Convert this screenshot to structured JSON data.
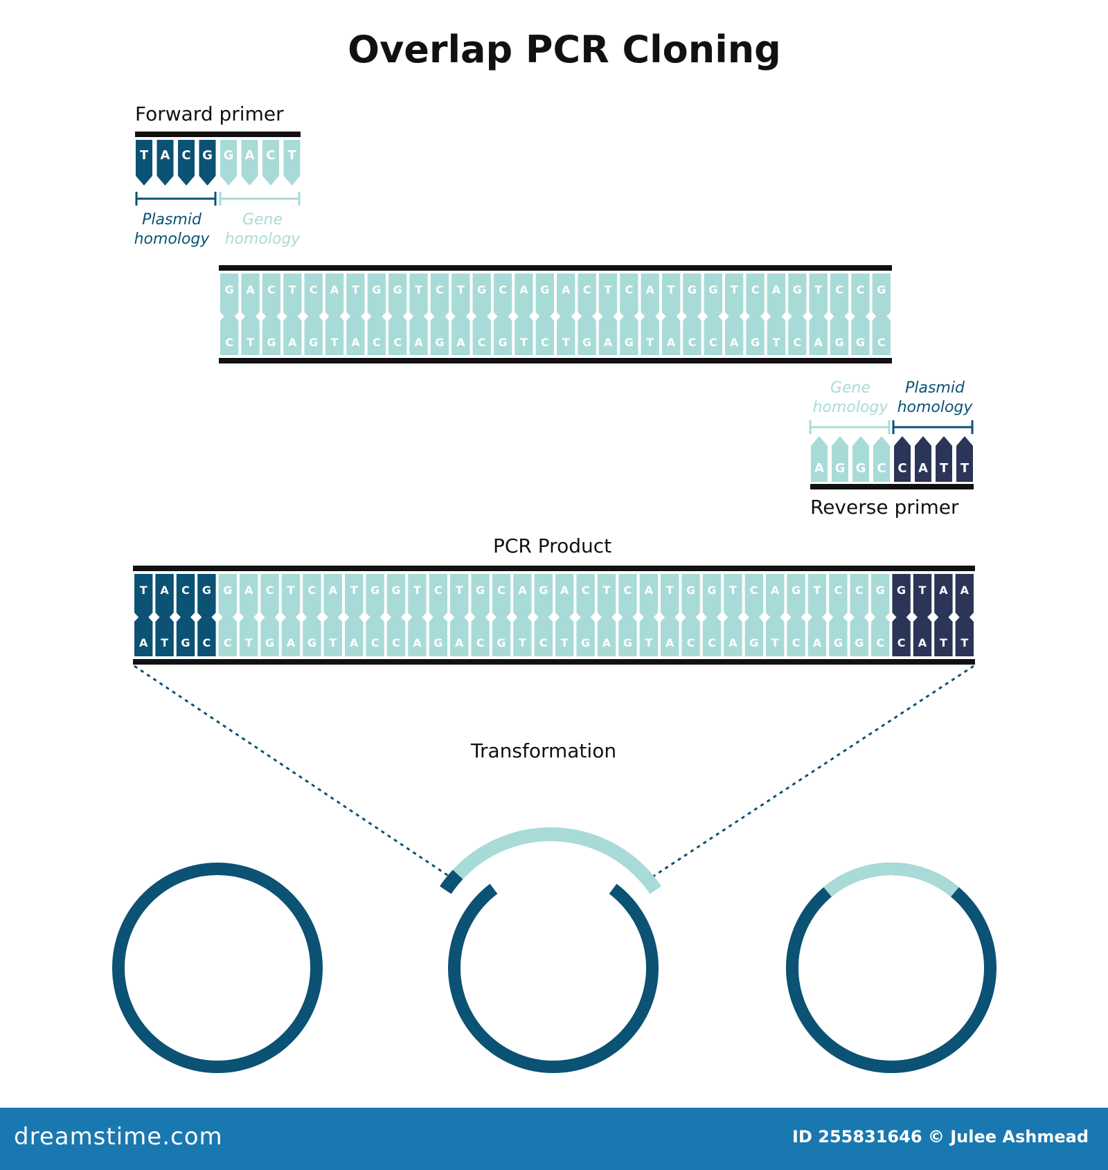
{
  "title": "Overlap PCR Cloning",
  "forward_primer": {
    "label": "Forward primer",
    "plasmid_bases": [
      "T",
      "A",
      "C",
      "G"
    ],
    "gene_bases": [
      "G",
      "A",
      "C",
      "T"
    ],
    "plasmid_homology_label": [
      "Plasmid",
      "homology"
    ],
    "gene_homology_label": [
      "Gene",
      "homology"
    ]
  },
  "template": {
    "top_strand": "GACTCATGGTCTGCAGACTCATGGTCAGTCCG",
    "bottom_strand": "CTGAGTACCAGACGTCTGAGTACCAGTCAGGC"
  },
  "reverse_primer": {
    "label": "Reverse primer",
    "gene_bases": [
      "A",
      "G",
      "G",
      "C"
    ],
    "plasmid_bases": [
      "C",
      "A",
      "T",
      "T"
    ],
    "gene_homology_label": [
      "Gene",
      "homology"
    ],
    "plasmid_homology_label": [
      "Plasmid",
      "homology"
    ]
  },
  "pcr_product": {
    "label": "PCR Product",
    "left_top": [
      "T",
      "A",
      "C",
      "G"
    ],
    "left_bottom": [
      "A",
      "T",
      "G",
      "C"
    ],
    "right_top": [
      "G",
      "T",
      "A",
      "A"
    ],
    "right_bottom": [
      "C",
      "A",
      "T",
      "T"
    ]
  },
  "transformation_label": "Transformation",
  "colors": {
    "plasmid": "#0b5274",
    "gene": "#a8dbd7",
    "reverse_plasmid": "#2b3558",
    "rail": "#111111"
  },
  "footer": {
    "site": "dreamstime.com",
    "credit": "ID 255831646 © Julee Ashmead"
  }
}
